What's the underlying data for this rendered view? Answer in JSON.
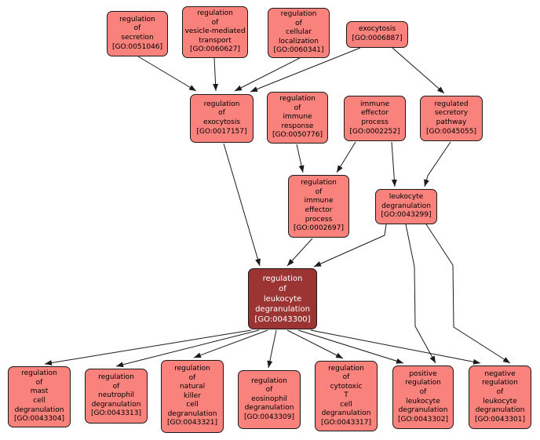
{
  "diagram": {
    "type": "gene-ontology-dag",
    "selected_term": "GO:0043300",
    "colors": {
      "background": "#ffffff",
      "node_fill": "#f9827d",
      "node_border": "#1a1a1a",
      "selected_fill": "#9c3434",
      "selected_text": "#ffffff",
      "edge": "#1a1a1a"
    }
  },
  "nodes": [
    {
      "term": "GO:0051046",
      "label": "regulation\nof\nsecretion",
      "id": "[GO:0051046]"
    },
    {
      "term": "GO:0060627",
      "label": "regulation\nof\nvesicle-mediated\ntransport",
      "id": "[GO:0060627]"
    },
    {
      "term": "GO:0060341",
      "label": "regulation\nof\ncellular\nlocalization",
      "id": "[GO:0060341]"
    },
    {
      "term": "GO:0006887",
      "label": "exocytosis",
      "id": "[GO:0006887]"
    },
    {
      "term": "GO:0017157",
      "label": "regulation\nof\nexocytosis",
      "id": "[GO:0017157]"
    },
    {
      "term": "GO:0050776",
      "label": "regulation\nof\nimmune\nresponse",
      "id": "[GO:0050776]"
    },
    {
      "term": "GO:0002252",
      "label": "immune\neffector\nprocess",
      "id": "[GO:0002252]"
    },
    {
      "term": "GO:0045055",
      "label": "regulated\nsecretory\npathway",
      "id": "[GO:0045055]"
    },
    {
      "term": "GO:0002697",
      "label": "regulation\nof\nimmune\neffector\nprocess",
      "id": "[GO:0002697]"
    },
    {
      "term": "GO:0043299",
      "label": "leukocyte\ndegranulation",
      "id": "[GO:0043299]"
    },
    {
      "term": "GO:0043300",
      "label": "regulation\nof\nleukocyte\ndegranulation",
      "id": "[GO:0043300]"
    },
    {
      "term": "GO:0043304",
      "label": "regulation\nof\nmast\ncell\ndegranulation",
      "id": "[GO:0043304]"
    },
    {
      "term": "GO:0043313",
      "label": "regulation\nof\nneutrophil\ndegranulation",
      "id": "[GO:0043313]"
    },
    {
      "term": "GO:0043321",
      "label": "regulation\nof\nnatural\nkiller\ncell\ndegranulation",
      "id": "[GO:0043321]"
    },
    {
      "term": "GO:0043309",
      "label": "regulation\nof\neosinophil\ndegranulation",
      "id": "[GO:0043309]"
    },
    {
      "term": "GO:0043317",
      "label": "regulation\nof\ncytotoxic\nT\ncell\ndegranulation",
      "id": "[GO:0043317]"
    },
    {
      "term": "GO:0043302",
      "label": "positive\nregulation\nof\nleukocyte\ndegranulation",
      "id": "[GO:0043302]"
    },
    {
      "term": "GO:0043301",
      "label": "negative\nregulation\nof\nleukocyte\ndegranulation",
      "id": "[GO:0043301]"
    }
  ],
  "edges": [
    {
      "from": "GO:0051046",
      "to": "GO:0017157"
    },
    {
      "from": "GO:0060627",
      "to": "GO:0017157"
    },
    {
      "from": "GO:0060341",
      "to": "GO:0017157"
    },
    {
      "from": "GO:0006887",
      "to": "GO:0017157"
    },
    {
      "from": "GO:0006887",
      "to": "GO:0045055"
    },
    {
      "from": "GO:0050776",
      "to": "GO:0002697"
    },
    {
      "from": "GO:0002252",
      "to": "GO:0002697"
    },
    {
      "from": "GO:0002252",
      "to": "GO:0043299"
    },
    {
      "from": "GO:0045055",
      "to": "GO:0043299"
    },
    {
      "from": "GO:0017157",
      "to": "GO:0043300"
    },
    {
      "from": "GO:0002697",
      "to": "GO:0043300"
    },
    {
      "from": "GO:0043299",
      "to": "GO:0043300"
    },
    {
      "from": "GO:0043300",
      "to": "GO:0043304"
    },
    {
      "from": "GO:0043300",
      "to": "GO:0043313"
    },
    {
      "from": "GO:0043300",
      "to": "GO:0043321"
    },
    {
      "from": "GO:0043300",
      "to": "GO:0043309"
    },
    {
      "from": "GO:0043300",
      "to": "GO:0043317"
    },
    {
      "from": "GO:0043300",
      "to": "GO:0043302"
    },
    {
      "from": "GO:0043300",
      "to": "GO:0043301"
    },
    {
      "from": "GO:0043299",
      "to": "GO:0043302"
    },
    {
      "from": "GO:0043299",
      "to": "GO:0043301"
    }
  ]
}
